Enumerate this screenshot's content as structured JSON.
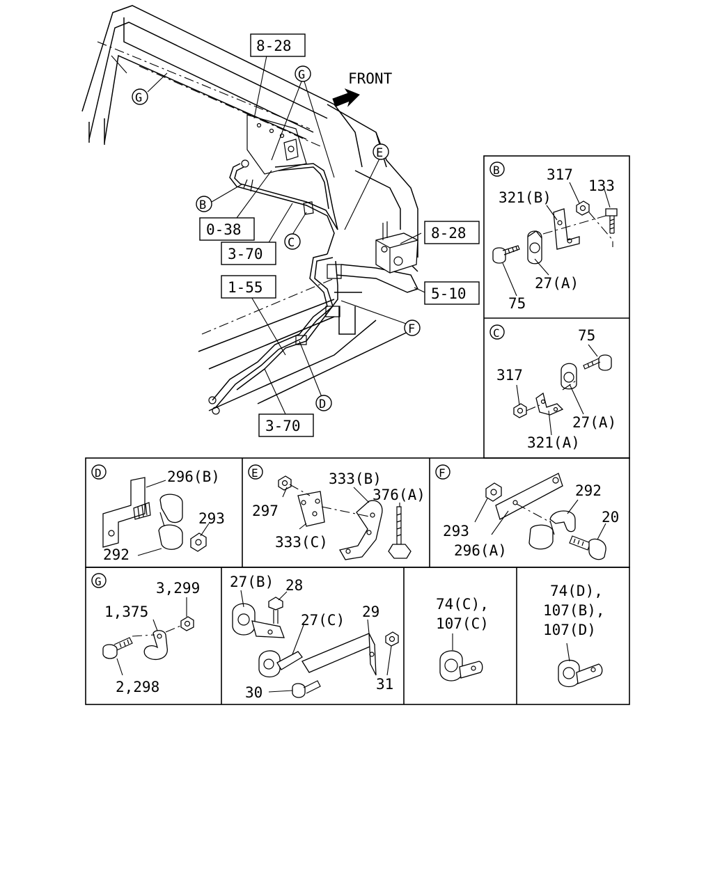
{
  "main_view": {
    "front_label": "FRONT",
    "refs": {
      "r828_top": "8-28",
      "r038": "0-38",
      "r370_a": "3-70",
      "r155": "1-55",
      "r370_b": "3-70",
      "r828_right": "8-28",
      "r510": "5-10"
    },
    "callouts": {
      "g_top": "G",
      "g_left": "G",
      "e": "E",
      "b": "B",
      "c": "C",
      "f": "F",
      "d": "D"
    }
  },
  "detail_b": {
    "letter": "B",
    "labels": {
      "p317": "317",
      "p133": "133",
      "p321b": "321(B)",
      "p27a": "27(A)",
      "p75": "75"
    }
  },
  "detail_c": {
    "letter": "C",
    "labels": {
      "p75": "75",
      "p317": "317",
      "p27a": "27(A)",
      "p321a": "321(A)"
    }
  },
  "detail_d": {
    "letter": "D",
    "labels": {
      "p296b": "296(B)",
      "p293": "293",
      "p292": "292"
    }
  },
  "detail_e": {
    "letter": "E",
    "labels": {
      "p333b": "333(B)",
      "p376a": "376(A)",
      "p297": "297",
      "p333c": "333(C)"
    }
  },
  "detail_f": {
    "letter": "F",
    "labels": {
      "p292": "292",
      "p20": "20",
      "p293": "293",
      "p296a": "296(A)"
    }
  },
  "detail_g": {
    "letter": "G",
    "labels": {
      "p3299": "3,299",
      "p1375": "1,375",
      "p2298": "2,298"
    }
  },
  "detail_clamps": {
    "labels": {
      "p27b": "27(B)",
      "p28": "28",
      "p27c": "27(C)",
      "p29": "29",
      "p30": "30",
      "p31": "31"
    }
  },
  "detail_74c": {
    "labels": {
      "line1": "74(C),",
      "line2": "107(C)"
    }
  },
  "detail_74d": {
    "labels": {
      "line1": "74(D),",
      "line2": "107(B),",
      "line3": "107(D)"
    }
  }
}
